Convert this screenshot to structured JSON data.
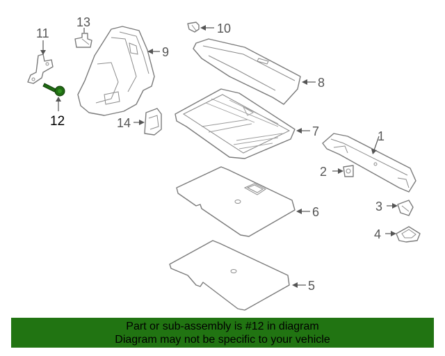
{
  "callouts": {
    "c1": "1",
    "c2": "2",
    "c3": "3",
    "c4": "4",
    "c5": "5",
    "c6": "6",
    "c7": "7",
    "c8": "8",
    "c9": "9",
    "c10": "10",
    "c11": "11",
    "c12": "12",
    "c13": "13",
    "c14": "14"
  },
  "highlighted_part": "12",
  "banner": {
    "line1": "Part or sub-assembly is #12 in diagram",
    "line2": "Diagram may not be specific to your vehicle",
    "background_color": "#217412"
  },
  "colors": {
    "highlight_part": "#1f6b12",
    "line_art": "#7a7a7a"
  }
}
